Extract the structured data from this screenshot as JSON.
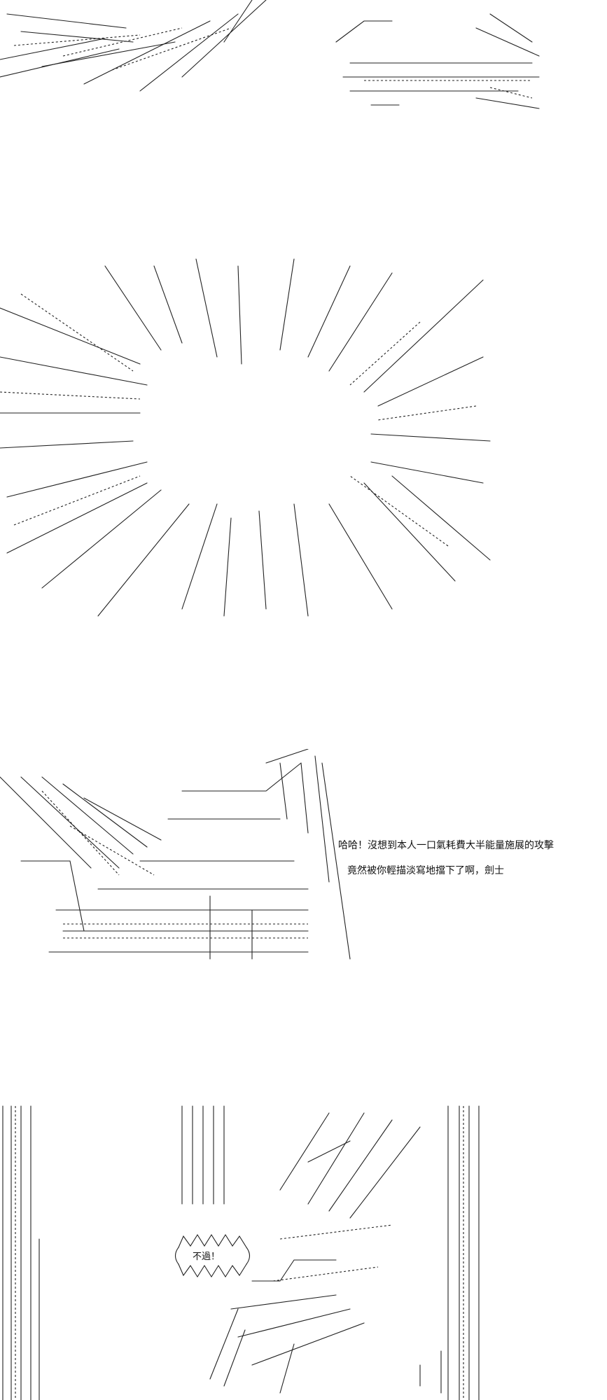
{
  "dialogue": {
    "line1": "哈哈！沒想到本人一口氣耗費大半能量施展的攻擊",
    "line2": "竟然被你輕描淡寫地擋下了啊，劍士"
  },
  "bubble": {
    "text": "不過！"
  }
}
